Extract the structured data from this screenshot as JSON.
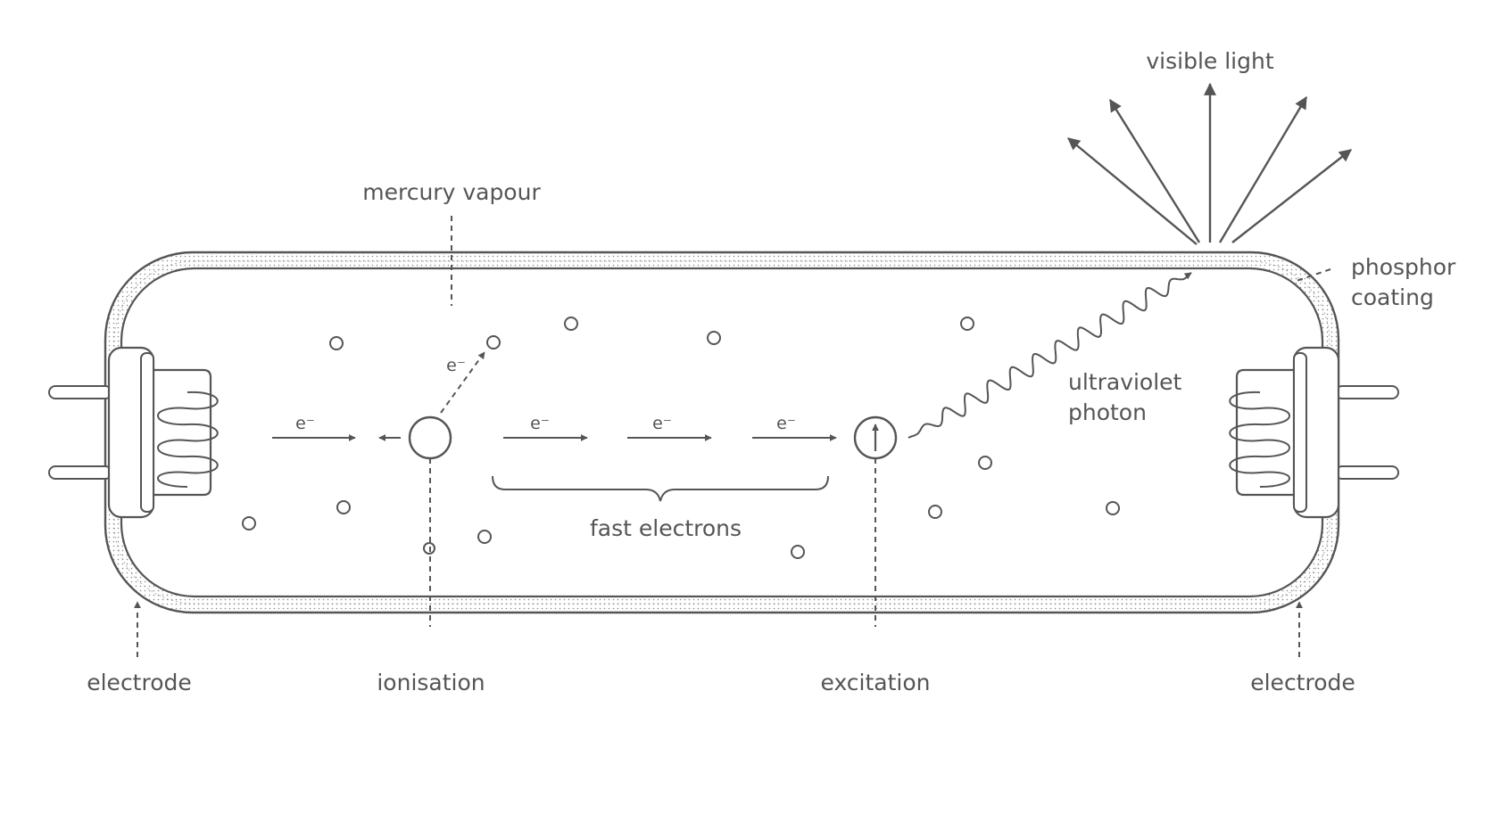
{
  "labels": {
    "visible_light": "visible light",
    "mercury_vapour": "mercury vapour",
    "phosphor_line1": "phosphor",
    "phosphor_line2": "coating",
    "ultraviolet_line1": "ultraviolet",
    "ultraviolet_line2": "photon",
    "fast_electrons": "fast electrons",
    "electrode_left": "electrode",
    "ionisation": "ionisation",
    "excitation": "excitation",
    "electrode_right": "electrode"
  },
  "electron_symbol": "e⁻",
  "colors": {
    "line": "#555555",
    "background": "#ffffff"
  }
}
